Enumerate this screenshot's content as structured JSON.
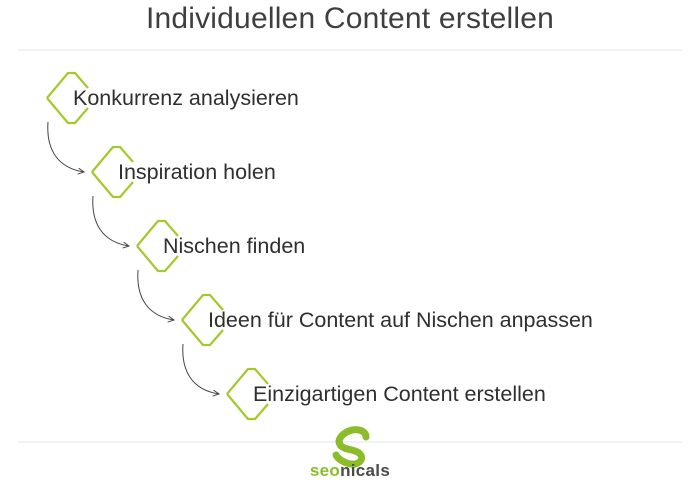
{
  "title": "Individuellen Content erstellen",
  "steps": [
    {
      "label": "Konkurrenz analysieren"
    },
    {
      "label": "Inspiration holen"
    },
    {
      "label": "Nischen finden"
    },
    {
      "label": "Ideen für Content auf Nischen anpassen"
    },
    {
      "label": "Einzigartigen Content erstellen"
    }
  ],
  "brand": {
    "name_part1": "seo",
    "name_part2": "nicals"
  },
  "colors": {
    "accent": "#a3c92a",
    "divider": "#e6e6e6",
    "arrow": "#444444",
    "text": "#2f2f2f",
    "brand_green": "#8bbd2a",
    "brand_dark": "#4a4a4a"
  }
}
